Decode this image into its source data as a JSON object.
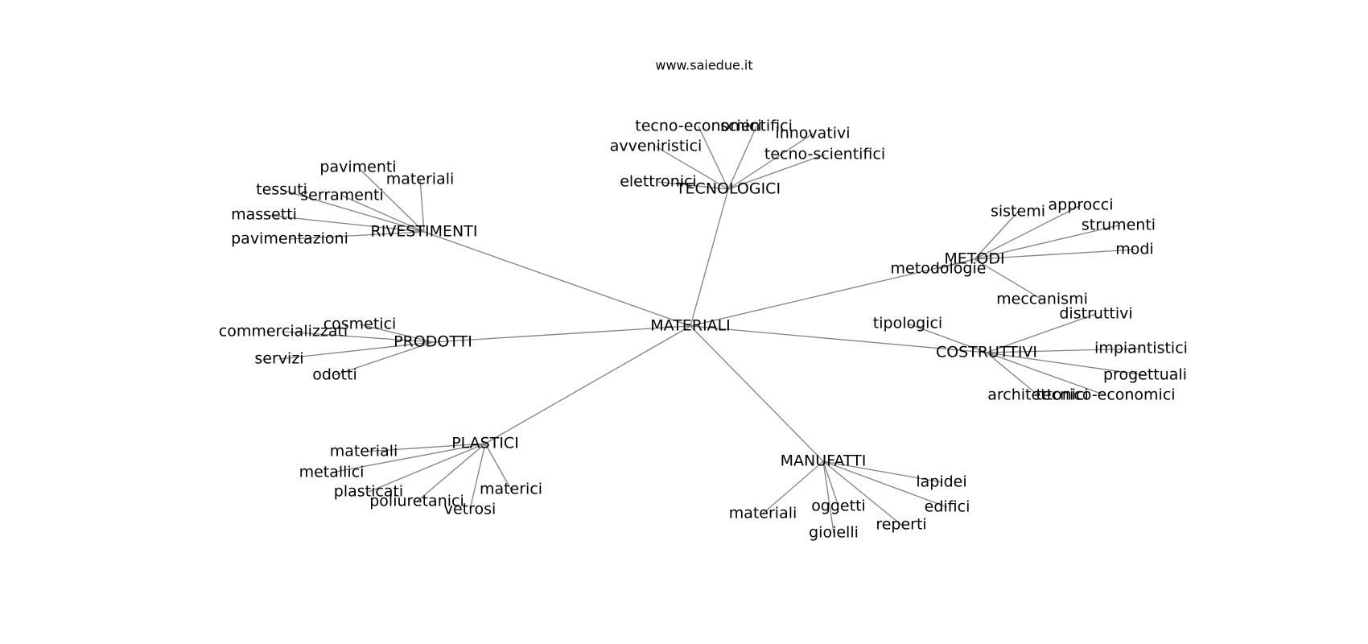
{
  "site": "www.saiedue.it",
  "colors": {
    "edge": "#808080",
    "text": "#000000",
    "background": "#ffffff"
  },
  "diagram": {
    "center": "MATERIALI",
    "groups": [
      {
        "label": "TECNOLOGICI",
        "leaves": [
          "tecno-economici",
          "scientifici",
          "innovativi",
          "avveniristici",
          "tecno-scientifici",
          "elettronici"
        ]
      },
      {
        "label": "RIVESTIMENTI",
        "leaves": [
          "pavimenti",
          "materiali",
          "tessuti",
          "serramenti",
          "massetti",
          "pavimentazioni"
        ]
      },
      {
        "label": "METODI",
        "leaves": [
          "sistemi",
          "approcci",
          "strumenti",
          "modi",
          "metodologie",
          "meccanismi"
        ]
      },
      {
        "label": "PRODOTTI",
        "leaves": [
          "cosmetici",
          "commercializzati",
          "servizi",
          "odotti"
        ]
      },
      {
        "label": "COSTRUTTIVI",
        "leaves": [
          "tipologici",
          "distruttivi",
          "impiantistici",
          "progettuali",
          "architettonici",
          "tecnico-economici"
        ]
      },
      {
        "label": "PLASTICI",
        "leaves": [
          "materiali",
          "metallici",
          "plasticati",
          "poliuretanici",
          "vetrosi",
          "materici"
        ]
      },
      {
        "label": "MANUFATTI",
        "leaves": [
          "lapidei",
          "edifici",
          "materiali",
          "oggetti",
          "reperti",
          "gioielli"
        ]
      }
    ]
  }
}
